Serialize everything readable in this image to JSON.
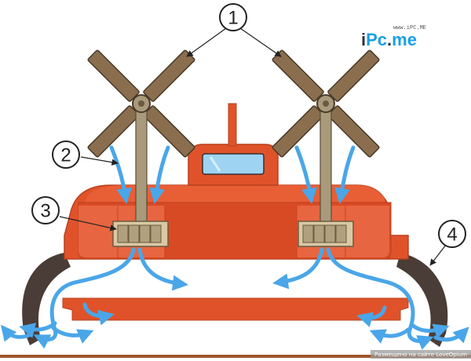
{
  "diagram": {
    "callouts": [
      {
        "id": "callout-1",
        "label": "1"
      },
      {
        "id": "callout-2",
        "label": "2"
      },
      {
        "id": "callout-3",
        "label": "3"
      },
      {
        "id": "callout-4",
        "label": "4"
      }
    ]
  },
  "branding": {
    "url_small": "www.iPC.ME",
    "logo_i": "i",
    "logo_pc": "Pc",
    "logo_dot": ".",
    "logo_me": "me",
    "footer_watermark": "Размещено на сайте LoveOpium"
  },
  "colors": {
    "hull_dark": "#c9401e",
    "hull_main": "#e0532a",
    "hull_light": "#ee6b45",
    "skirt": "#4a3c36",
    "shaft": "#a99a7c",
    "fan_box": "#d8c8a4",
    "air": "#4aa6e8",
    "window": "#9fd3f2",
    "logo_blue": "#1aa0e6",
    "logo_dark": "#333333"
  }
}
